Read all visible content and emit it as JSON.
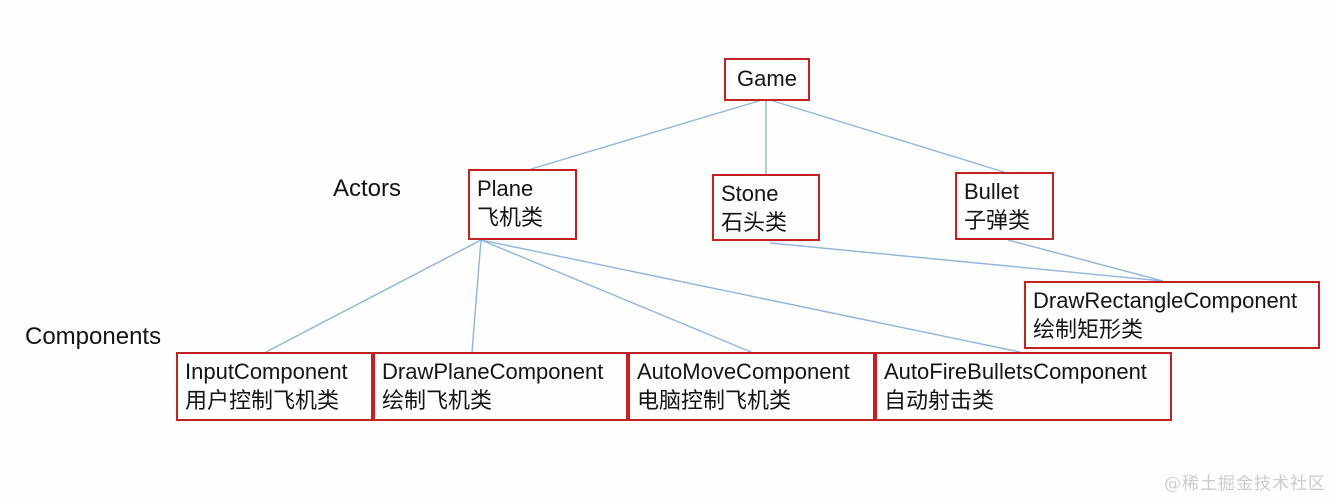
{
  "diagram": {
    "colors": {
      "background": "#fefefe",
      "box_border": "#c42222",
      "connector": "#8fb5e1",
      "text": "#141414",
      "watermark": "#cbcbcb"
    },
    "labels": {
      "actors": "Actors",
      "components": "Components"
    },
    "nodes": [
      {
        "id": "game",
        "title": "Game",
        "subtitle": ""
      },
      {
        "id": "plane",
        "title": "Plane",
        "subtitle": "飞机类"
      },
      {
        "id": "stone",
        "title": "Stone",
        "subtitle": "石头类"
      },
      {
        "id": "bullet",
        "title": "Bullet",
        "subtitle": "子弹类"
      },
      {
        "id": "draw-rectangle-component",
        "title": "DrawRectangleComponent",
        "subtitle": "绘制矩形类"
      },
      {
        "id": "input-component",
        "title": "InputComponent",
        "subtitle": "用户控制飞机类"
      },
      {
        "id": "draw-plane-component",
        "title": "DrawPlaneComponent",
        "subtitle": "绘制飞机类"
      },
      {
        "id": "auto-move-component",
        "title": "AutoMoveComponent",
        "subtitle": "电脑控制飞机类"
      },
      {
        "id": "auto-fire-bullets-component",
        "title": "AutoFireBulletsComponent",
        "subtitle": "自动射击类"
      }
    ],
    "edges": [
      {
        "from": "game",
        "to": "plane"
      },
      {
        "from": "game",
        "to": "stone"
      },
      {
        "from": "game",
        "to": "bullet"
      },
      {
        "from": "plane",
        "to": "input-component"
      },
      {
        "from": "plane",
        "to": "draw-plane-component"
      },
      {
        "from": "plane",
        "to": "auto-move-component"
      },
      {
        "from": "plane",
        "to": "auto-fire-bullets-component"
      },
      {
        "from": "stone",
        "to": "draw-rectangle-component"
      },
      {
        "from": "bullet",
        "to": "draw-rectangle-component"
      }
    ],
    "watermark": "@稀土掘金技术社区"
  }
}
